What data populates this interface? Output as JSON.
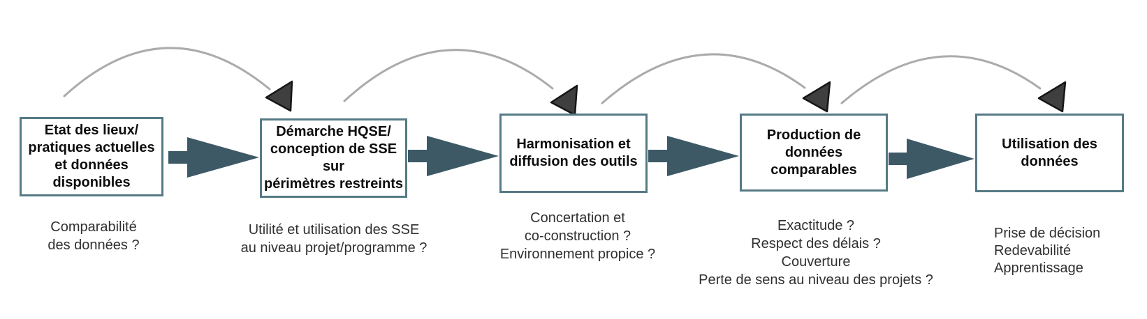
{
  "colors": {
    "background": "#ffffff",
    "box_border": "#567a85",
    "flow_arrow": "#3d5966",
    "arc": "#ababab",
    "arrowhead": "#3f3f3f",
    "arrowhead_stroke": "#161616",
    "title_text": "#0d0d0d",
    "caption_text": "#303030"
  },
  "stages": [
    {
      "title": "Etat des lieux/\npratiques actuelles\net données\ndisponibles",
      "caption": "Comparabilité\ndes données ?"
    },
    {
      "title": "Démarche HQSE/\nconception de SSE\nsur\npérimètres restreints",
      "caption": "Utilité et utilisation des SSE\nau niveau projet/programme ?"
    },
    {
      "title": "Harmonisation et\ndiffusion des outils",
      "caption": "Concertation et\nco-construction ?\nEnvironnement propice ?"
    },
    {
      "title": "Production de\ndonnées\ncomparables",
      "caption": "Exactitude ?\nRespect des délais ?\nCouverture\nPerte de sens au niveau des projets ?"
    },
    {
      "title": "Utilisation des\ndonnées",
      "caption": "Prise de décision\nRedevabilité\nApprentissage"
    }
  ]
}
